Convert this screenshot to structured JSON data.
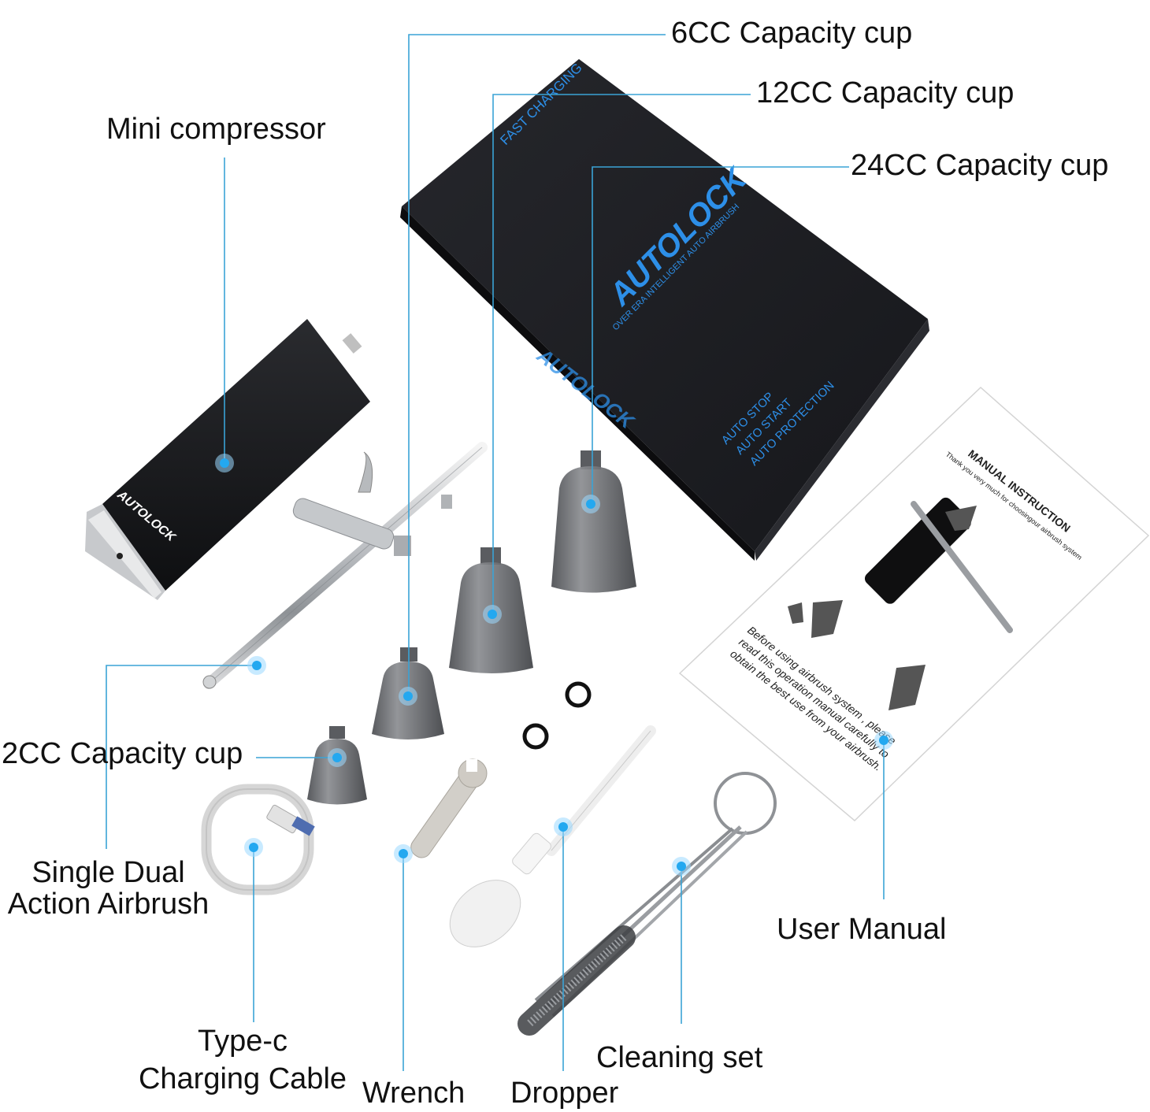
{
  "labels": {
    "cup_6cc": "6CC Capacity cup",
    "cup_12cc": "12CC Capacity cup",
    "cup_24cc": "24CC Capacity cup",
    "compressor": "Mini compressor",
    "cup_2cc": "2CC Capacity cup",
    "airbrush_line1": "Single Dual",
    "airbrush_line2": "Action Airbrush",
    "cable_line1": "Type-c",
    "cable_line2": "Charging Cable",
    "wrench": "Wrench",
    "dropper": "Dropper",
    "cleaning": "Cleaning set",
    "manual": "User Manual"
  },
  "box": {
    "fast_charging": "FAST CHARGING",
    "brand": "AUTOLOCK",
    "tagline": "OVER ERA INTELLIGENT AUTO AIRBRUSH",
    "feature_1": "AUTO STOP",
    "feature_2": "AUTO START",
    "feature_3": "AUTO PROTECTION"
  },
  "compressor_brand": "AUTOLOCK",
  "manual_sheet": {
    "title": "MANUAL INSTRUCTION",
    "subtitle": "Thank you very much for choosingour airbrush system",
    "body_1": "Before using airbrush system , please",
    "body_2": "read this operation manual carefully to",
    "body_3": "obtain the best use from your airbrush."
  },
  "colors": {
    "callout": "#3aa3d6",
    "dot": "#23a8f0",
    "box": "#1c1d22",
    "box_text": "#2d8fe8"
  }
}
